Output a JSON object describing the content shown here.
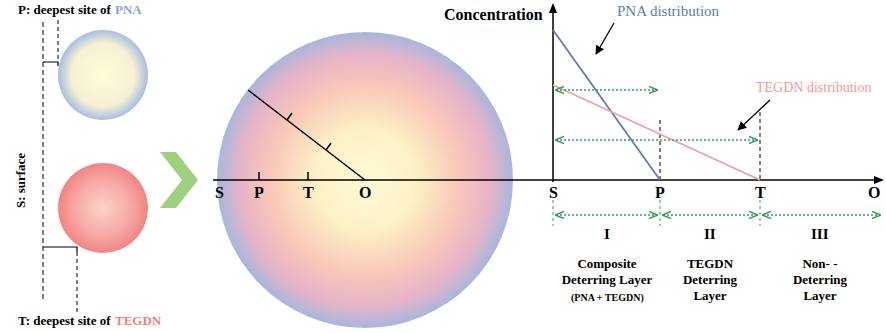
{
  "diagram": {
    "labels": [
      "P: deepest site of",
      "PNA",
      "S: surface",
      "T: deepest site of",
      "TEGDN",
      "S",
      "P",
      "T",
      "O",
      "Concentration",
      "PNA distribution",
      "TEGDN distribution",
      "S",
      "P",
      "T",
      "O",
      "I",
      "II",
      "III",
      "Composite Deterring Layer",
      "(PNA + TEGDN)",
      "TEGDN Deterring Layer",
      "Non- -Deterring Layer"
    ]
  }
}
